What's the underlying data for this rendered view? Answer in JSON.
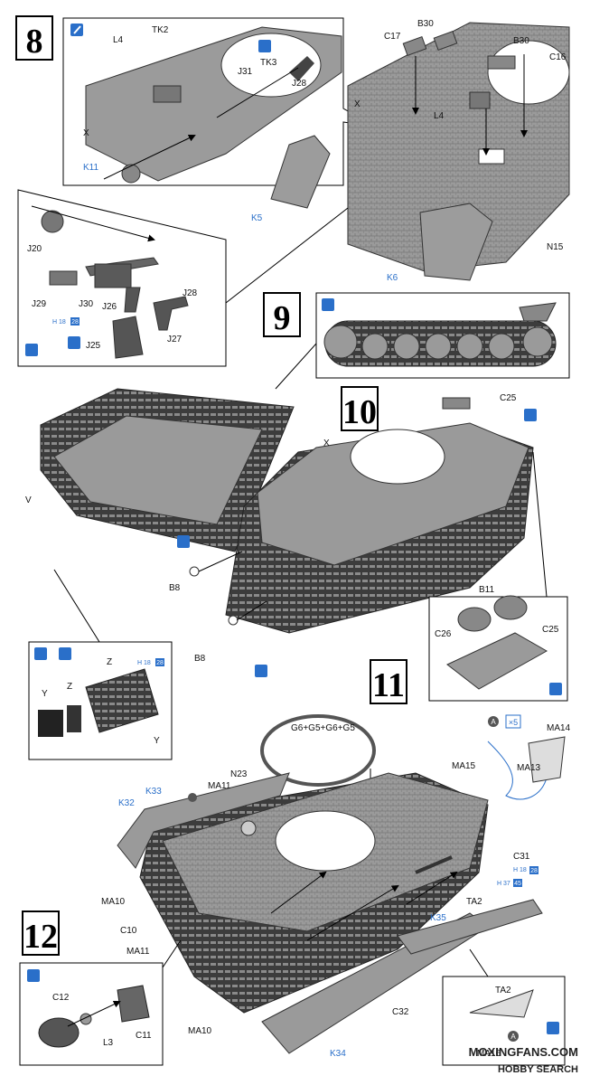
{
  "steps": {
    "s8": "8",
    "s9": "9",
    "s10": "10",
    "s11": "11",
    "s12": "12"
  },
  "labels": {
    "L4": "L4",
    "TK2": "TK2",
    "TK3": "TK3",
    "J31": "J31",
    "J28": "J28",
    "X": "X",
    "K11": "K11",
    "K5": "K5",
    "B30": "B30",
    "C17": "C17",
    "C16": "C16",
    "N15": "N15",
    "K6": "K6",
    "J20": "J20",
    "J29": "J29",
    "J30": "J30",
    "J26": "J26",
    "J25": "J25",
    "J27": "J27",
    "C25": "C25",
    "V": "V",
    "B8": "B8",
    "B11": "B11",
    "C26": "C26",
    "Y": "Y",
    "Z": "Z",
    "G6G5": "G6+G5+G6+G5",
    "MA14": "MA14",
    "MA15": "MA15",
    "MA13": "MA13",
    "K33": "K33",
    "K32": "K32",
    "MA11": "MA11",
    "N23": "N23",
    "C31": "C31",
    "MA10": "MA10",
    "C10": "C10",
    "TA2": "TA2",
    "K35": "K35",
    "C32": "C32",
    "K34": "K34",
    "C12": "C12",
    "L3": "L3",
    "C11": "C11",
    "TA2b": "TA2",
    "MA16": "MA16",
    "A1": "A",
    "A2": "A",
    "H18a": "H 18",
    "H18a_n": "28",
    "H18b": "H 18",
    "H18b_n": "28",
    "H18c": "H 18",
    "H18c_n": "28",
    "H37": "H 37",
    "H37_n": "45",
    "x5": "×5"
  },
  "watermark": {
    "line1": "MOXINGFANS.COM",
    "line2": "HOBBY SEARCH"
  },
  "colors": {
    "accent": "#2a6fc9",
    "part": "#8d8d8d",
    "part_dark": "#555555",
    "line": "#000000"
  }
}
